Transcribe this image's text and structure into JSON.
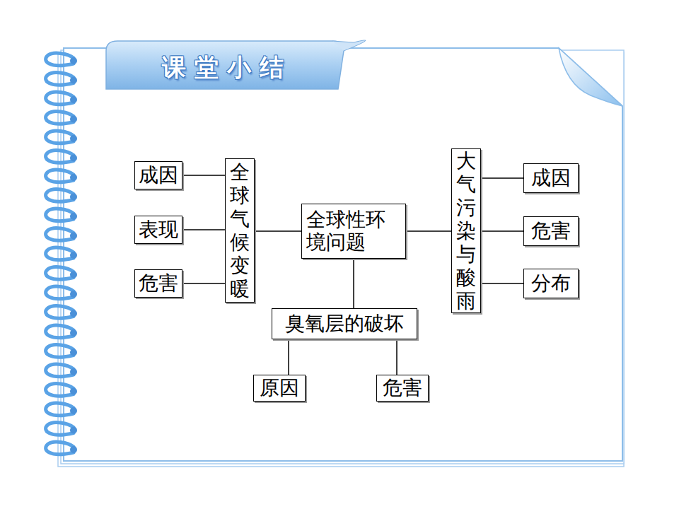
{
  "diagram": {
    "title": "课 堂 小 结",
    "nodes": [
      {
        "text": [
          "成因"
        ]
      },
      {
        "text": [
          "表现"
        ]
      },
      {
        "text": [
          "危害"
        ]
      },
      {
        "text": [
          "全球气候变暖"
        ]
      },
      {
        "text": [
          "全球性环境问题"
        ]
      },
      {
        "text": [
          "大气污染与酸雨"
        ]
      },
      {
        "text": [
          "成因"
        ]
      },
      {
        "text": [
          "危害"
        ]
      },
      {
        "text": [
          "分布"
        ]
      },
      {
        "text": [
          "臭氧层的破坏"
        ]
      },
      {
        "text": [
          "原因"
        ]
      },
      {
        "text": [
          "危害"
        ]
      }
    ],
    "edges": [
      {
        "from": 3,
        "to": 0,
        "arrow": "none"
      },
      {
        "from": 3,
        "to": 1,
        "arrow": "none"
      },
      {
        "from": 3,
        "to": 2,
        "arrow": "none"
      },
      {
        "from": 4,
        "to": 3,
        "arrow": "none"
      },
      {
        "from": 4,
        "to": 5,
        "arrow": "none"
      },
      {
        "from": 5,
        "to": 6,
        "arrow": "none"
      },
      {
        "from": 5,
        "to": 7,
        "arrow": "none"
      },
      {
        "from": 5,
        "to": 8,
        "arrow": "none"
      },
      {
        "from": 4,
        "to": 9,
        "arrow": "none"
      },
      {
        "from": 9,
        "to": 10,
        "arrow": "none"
      },
      {
        "from": 9,
        "to": 11,
        "arrow": "none"
      }
    ]
  }
}
